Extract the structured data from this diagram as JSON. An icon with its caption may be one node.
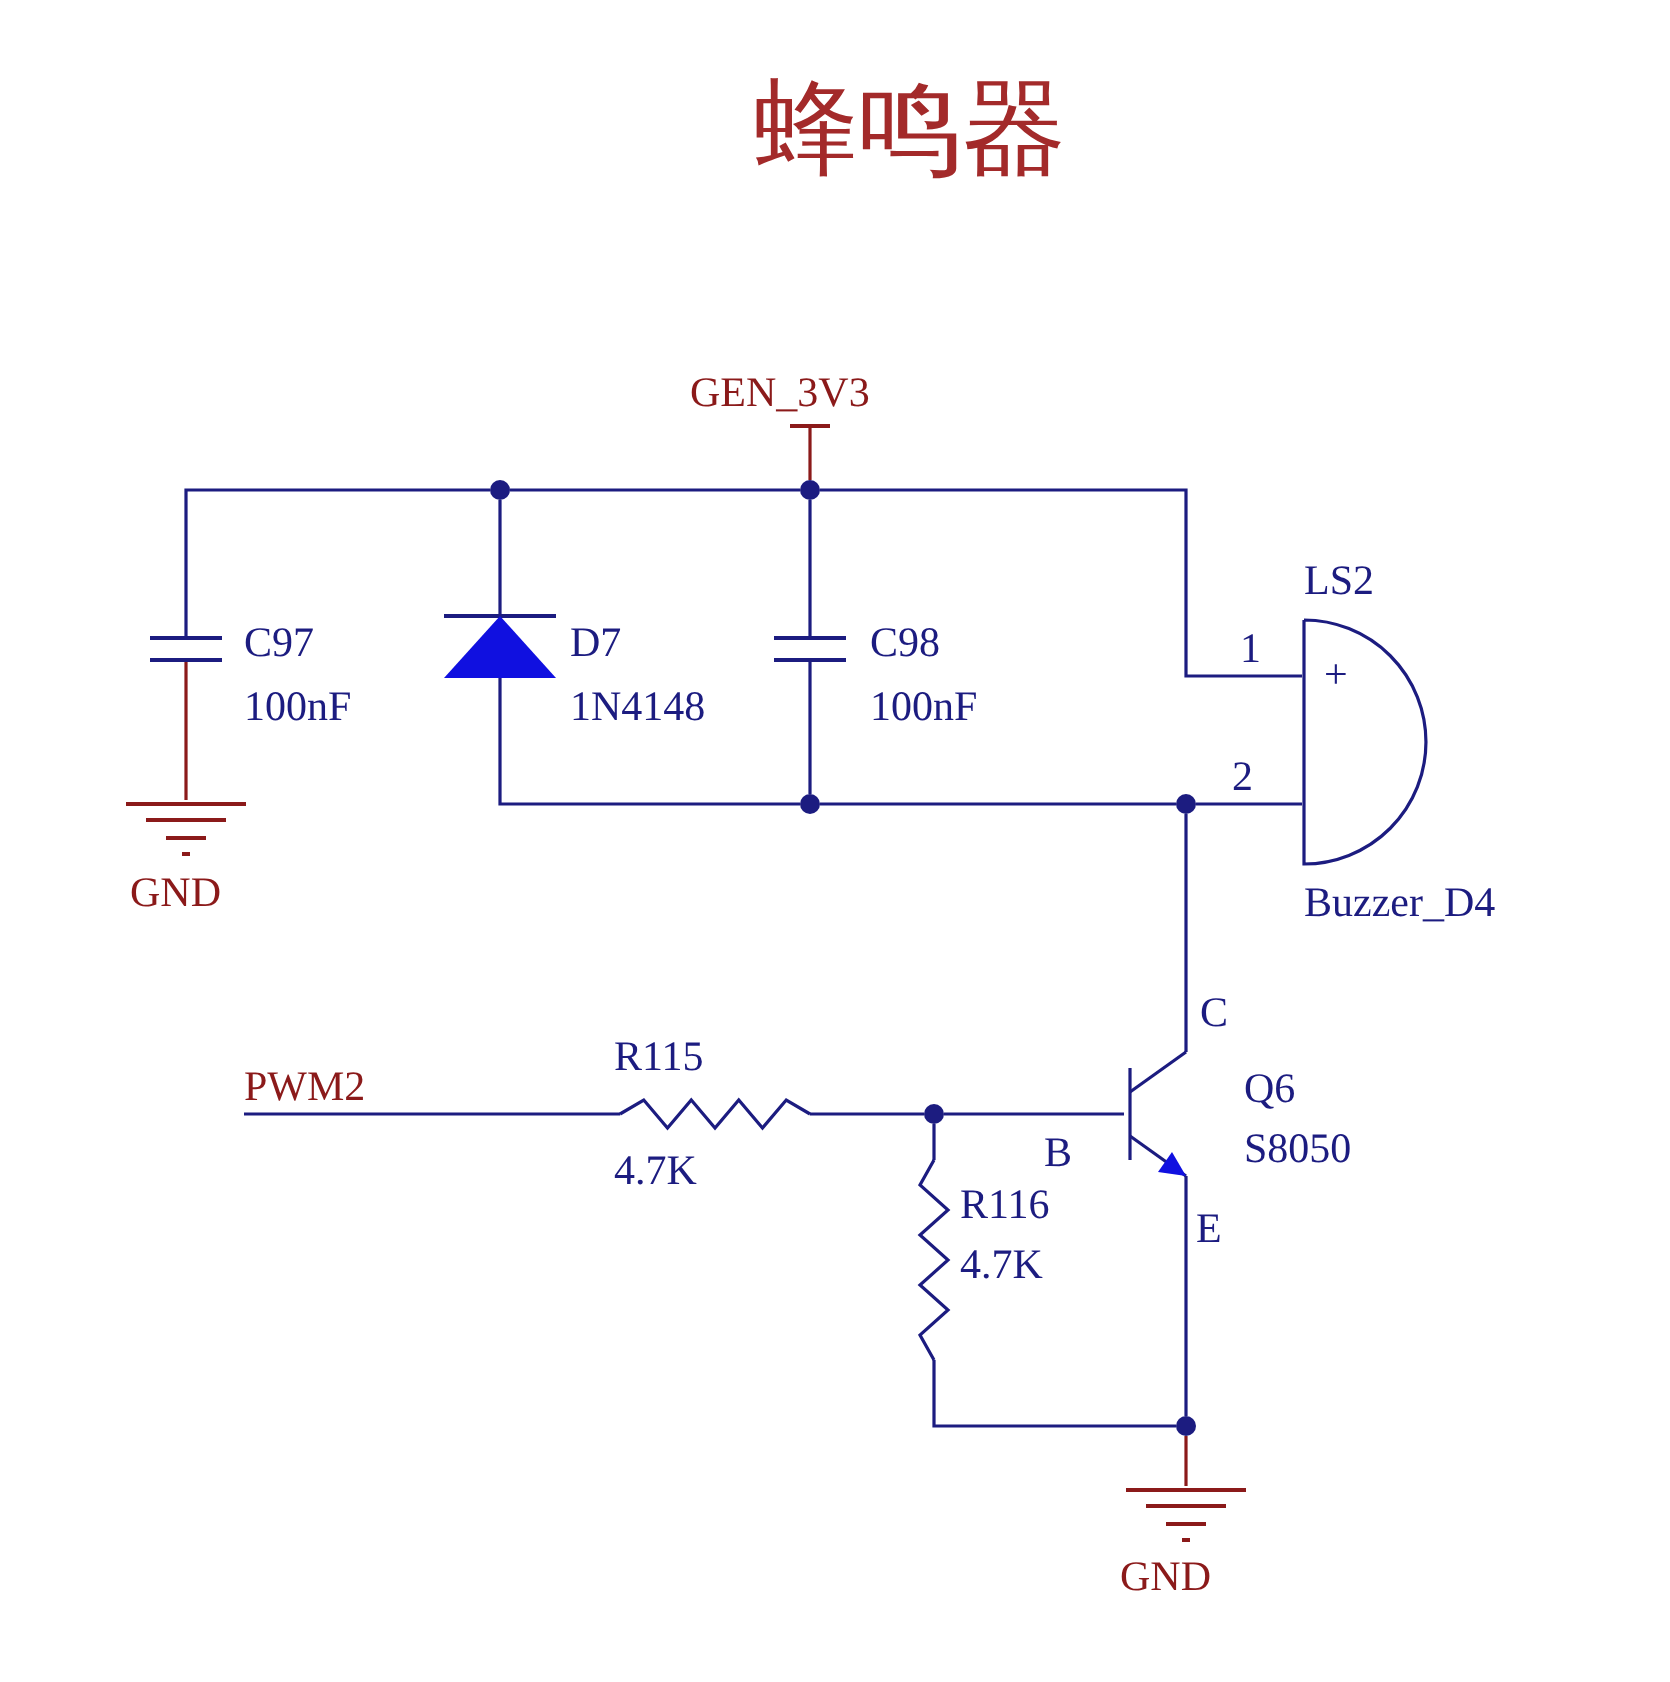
{
  "diagram": {
    "title": "蜂鸣器",
    "nodes": [
      {
        "text": [
          "GEN_3V3"
        ]
      },
      {
        "text": [],
        "shape": "circle"
      },
      {
        "text": [],
        "shape": "circle"
      },
      {
        "text": [],
        "shape": "capacitor",
        "beside": [
          "C97",
          "100nF"
        ]
      },
      {
        "text": [],
        "shape": "diode",
        "beside": [
          "D7",
          "1N4148"
        ]
      },
      {
        "text": [],
        "shape": "capacitor",
        "beside": [
          "C98",
          "100nF"
        ]
      },
      {
        "text": [
          "+"
        ],
        "beside": [
          "LS2",
          "Buzzer_D4"
        ]
      },
      {
        "text": [],
        "shape": "circle"
      },
      {
        "text": [],
        "shape": "circle"
      },
      {
        "text": [],
        "shape": "ground",
        "beside": [
          "GND"
        ]
      },
      {
        "text": [
          "PWM2"
        ]
      },
      {
        "text": [],
        "shape": "resistor",
        "beside": [
          "R115",
          "4.7K"
        ]
      },
      {
        "text": [],
        "shape": "circle"
      },
      {
        "text": [],
        "shape": "transistor",
        "beside": [
          "Q6",
          "S8050"
        ]
      },
      {
        "text": [],
        "shape": "resistor",
        "beside": [
          "R116",
          "4.7K"
        ]
      },
      {
        "text": [],
        "shape": "circle"
      },
      {
        "text": [],
        "shape": "ground",
        "beside": [
          "GND"
        ]
      }
    ],
    "edges": [
      {
        "from": 3,
        "to": 1,
        "arrow": "none"
      },
      {
        "from": 1,
        "to": 4,
        "arrow": "none"
      },
      {
        "from": 1,
        "to": 2,
        "arrow": "none"
      },
      {
        "from": 0,
        "to": 2,
        "arrow": "none",
        "color": "#8b1a1a"
      },
      {
        "from": 2,
        "to": 5,
        "arrow": "none"
      },
      {
        "from": 2,
        "to": 6,
        "arrow": "none"
      },
      {
        "from": 3,
        "to": 9,
        "arrow": "none",
        "color": "#8b1a1a"
      },
      {
        "from": 4,
        "to": 7,
        "arrow": "none"
      },
      {
        "from": 5,
        "to": 7,
        "arrow": "none"
      },
      {
        "from": 7,
        "to": 8,
        "arrow": "none"
      },
      {
        "from": 8,
        "to": 6,
        "arrow": "none"
      },
      {
        "from": 8,
        "to": 13,
        "arrow": "none"
      },
      {
        "from": 10,
        "to": 11,
        "arrow": "none"
      },
      {
        "from": 11,
        "to": 12,
        "arrow": "none"
      },
      {
        "from": 12,
        "to": 13,
        "arrow": "none"
      },
      {
        "from": 12,
        "to": 14,
        "arrow": "none"
      },
      {
        "from": 14,
        "to": 15,
        "arrow": "none"
      },
      {
        "from": 13,
        "to": 15,
        "arrow": "none"
      },
      {
        "from": 15,
        "to": 16,
        "arrow": "none",
        "color": "#8b1a1a"
      }
    ],
    "labels": [
      "1",
      "2",
      "C",
      "B",
      "E"
    ]
  }
}
